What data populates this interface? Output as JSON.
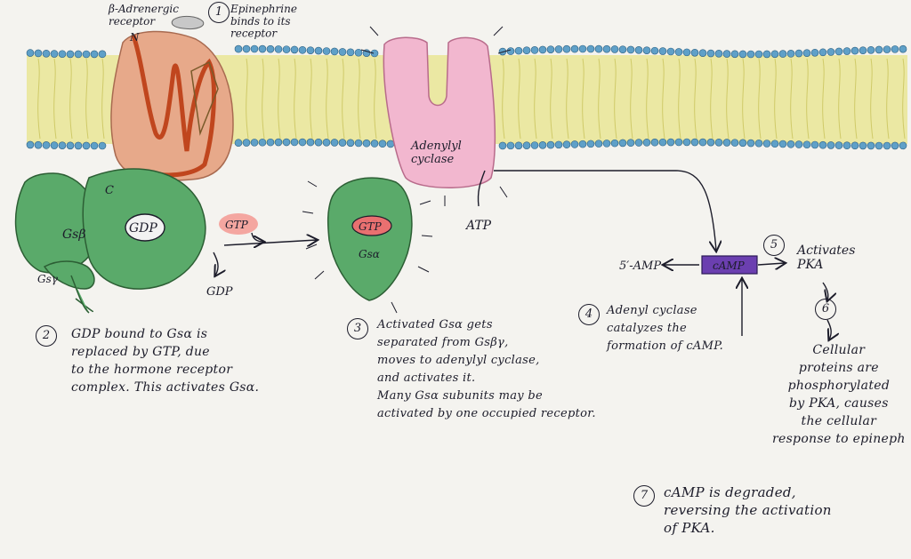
{
  "colors": {
    "paper": "#f4f3ef",
    "membrane_bead": "#5fa0c8",
    "lipid": "#e8e48a",
    "receptor": "#e7a98a",
    "g_protein": "#5aaa6a",
    "adenylyl_cyclase": "#f2b7cf",
    "camp_box": "#6b3fb0",
    "gtp_badge": "#e97070"
  },
  "labels": {
    "receptor_name": "β-Adrenergic\nreceptor",
    "receptor_n": "N",
    "receptor_c": "C",
    "step1_number": "1",
    "step1_text": "Epinephrine\nbinds to its\nreceptor",
    "gsb": "Gsβ",
    "gsy": "Gsγ",
    "gdp_bound": "GDP",
    "gtp_floating": "GTP",
    "gdp_released": "GDP",
    "gtp_bound": "GTP",
    "gsa": "Gsα",
    "adenylyl_cyclase": "Adenylyl\ncyclase",
    "atp": "ATP",
    "camp": "cAMP",
    "amp": "5′-AMP",
    "activates_pka": "Activates\nPKA"
  },
  "steps": {
    "step2_number": "2",
    "step2_text": "GDP bound to Gsα is\nreplaced by GTP, due\nto the hormone receptor\ncomplex. This activates Gsα.",
    "step3_number": "3",
    "step3_text": "Activated Gsα gets\nseparated from Gsβγ,\nmoves to adenylyl cyclase,\nand activates it.\nMany Gsα subunits may be\nactivated by one occupied receptor.",
    "step4_number": "4",
    "step4_text": "Adenyl cyclase\ncatalyzes the\nformation of cAMP.",
    "step5_number": "5",
    "step6_number": "6",
    "step6_text": "Cellular\nproteins are\nphosphorylated\nby PKA, causes\nthe cellular\nresponse to epineph",
    "step7_number": "7",
    "step7_text": "cAMP is degraded,\nreversing the activation\nof PKA."
  }
}
